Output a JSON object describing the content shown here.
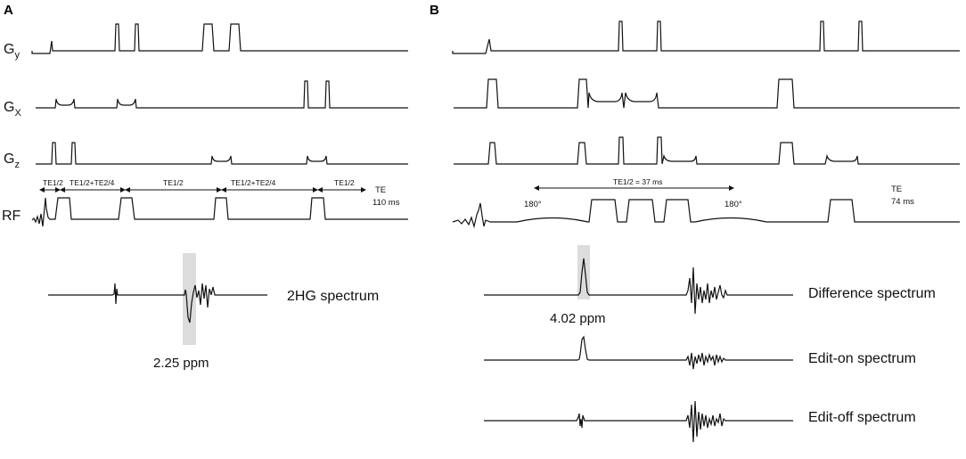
{
  "panels": {
    "a": {
      "label": "A",
      "rows": {
        "gy": {
          "main": "G",
          "sub": "y"
        },
        "gx": {
          "main": "G",
          "sub": "X"
        },
        "gz": {
          "main": "G",
          "sub": "z"
        },
        "rf": {
          "main": "RF"
        }
      },
      "timing": [
        "TE1/2",
        "TE1/2+TE2/4",
        "TE1/2",
        "TE1/2+TE2/4",
        "TE1/2"
      ],
      "te": {
        "label": "TE",
        "value": "110 ms"
      },
      "spectrum_label": "2HG spectrum",
      "ppm_label": "2.25 ppm"
    },
    "b": {
      "label": "B",
      "timing": "TE1/2 = 37 ms",
      "pulse_left": "180°",
      "pulse_right": "180°",
      "te": {
        "label": "TE",
        "value": "74 ms"
      },
      "spectra": {
        "difference": "Difference spectrum",
        "edit_on": "Edit-on spectrum",
        "edit_off": "Edit-off spectrum"
      },
      "ppm_label": "4.02 ppm"
    }
  }
}
